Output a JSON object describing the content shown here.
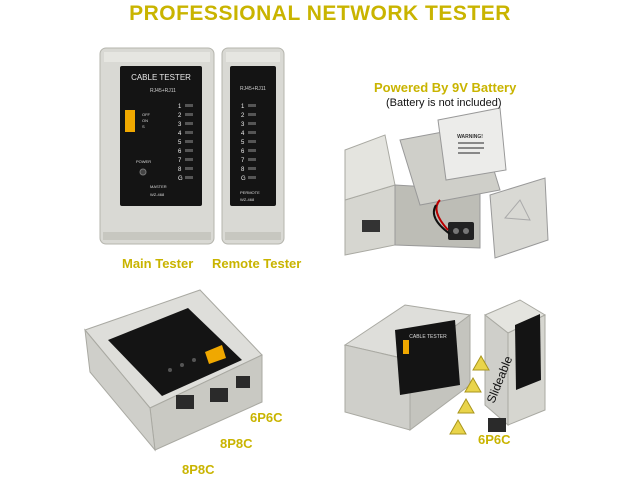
{
  "headline": "PROFESSIONAL NETWORK TESTER",
  "main_panel": {
    "title": "CABLE TESTER",
    "port_label": "RJ45+RJ11",
    "led_numbers": [
      "1",
      "2",
      "3",
      "4",
      "5",
      "6",
      "7",
      "8",
      "G"
    ],
    "switch_labels": [
      "OFF",
      "ON",
      "S"
    ],
    "power_label": "POWER",
    "footer1": "MASTER",
    "footer2": "WZ-468"
  },
  "remote_panel": {
    "port_label": "RJ45+RJ11",
    "led_numbers": [
      "1",
      "2",
      "3",
      "4",
      "5",
      "6",
      "7",
      "8",
      "G"
    ],
    "footer1": "PERMOTE",
    "footer2": "WZ-468"
  },
  "captions": {
    "main_tester": "Main Tester",
    "remote_tester": "Remote Tester",
    "battery_title": "Powered By 9V Battery",
    "battery_note": "(Battery is not included)",
    "warning": "WARNING!",
    "label_6p6c_a": "6P6C",
    "label_8p8c_a": "8P8C",
    "label_8p8c_b": "8P8C",
    "label_slideable": "Slideable",
    "label_6p6c_b": "6P6C"
  },
  "colors": {
    "headline": "#c9b400",
    "body_grey": "#d9d9d4",
    "panel_black": "#141414",
    "switch_orange": "#f0a800"
  }
}
